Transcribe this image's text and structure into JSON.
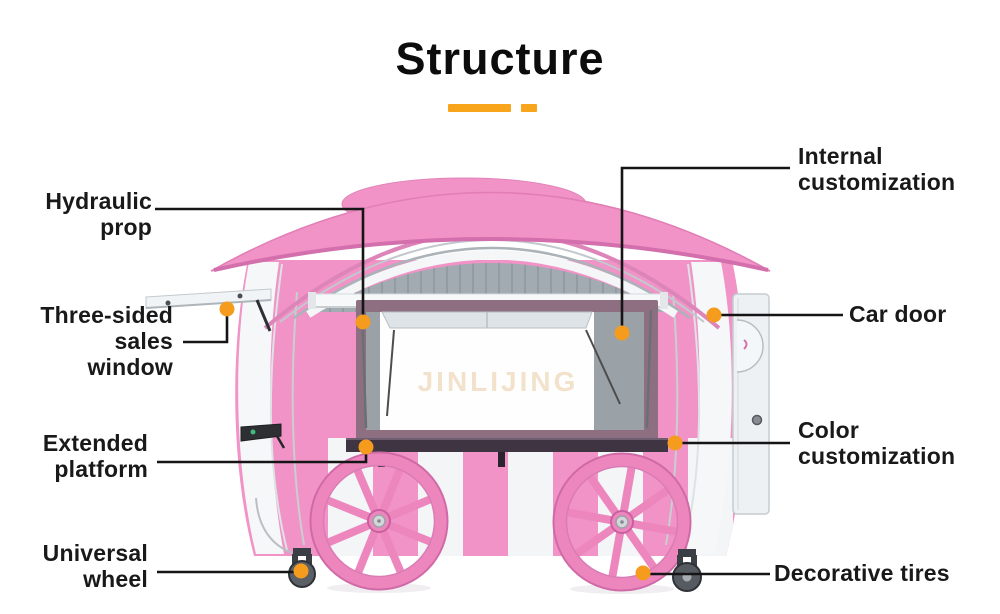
{
  "title": "Structure",
  "watermark": "JINLIJING",
  "palette": {
    "accent": "#F9A51B",
    "dot": "#F59B1E",
    "label_color": "#191919",
    "cart_pink": "#F193C6",
    "cart_pink_dark": "#D36FAC",
    "watermark_color": "#F2E0C6"
  },
  "annotations": {
    "hydraulic_prop": {
      "lines": [
        "Hydraulic",
        "prop"
      ]
    },
    "three_sided_sales_window": {
      "lines": [
        "Three-sided",
        "sales",
        "window"
      ]
    },
    "extended_platform": {
      "lines": [
        "Extended",
        "platform"
      ]
    },
    "universal_wheel": {
      "lines": [
        "Universal",
        "wheel"
      ]
    },
    "internal_customization": {
      "lines": [
        "Internal",
        "customization"
      ]
    },
    "car_door": {
      "lines": [
        "Car door"
      ]
    },
    "color_customization": {
      "lines": [
        "Color",
        "customization"
      ]
    },
    "decorative_tires": {
      "lines": [
        "Decorative tires"
      ]
    }
  }
}
